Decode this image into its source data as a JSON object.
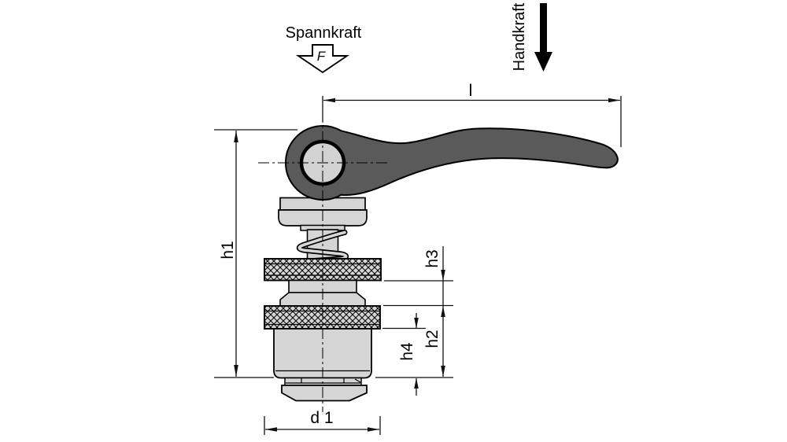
{
  "diagram": {
    "type": "technical-drawing",
    "subject": "cam lever clamp side view with dimensions",
    "background": "#ffffff",
    "colors": {
      "lever": "#5a5a5a",
      "part_light": "#d5d5d5",
      "pin_fill": "#d2d2d2",
      "outline": "#000000",
      "dimension_line": "#111111"
    },
    "forces": {
      "clamping": {
        "label": "Spannkraft",
        "symbol": "F",
        "arrow_icon": "outline-down-arrow"
      },
      "hand": {
        "label": "Handkraft",
        "arrow_icon": "filled-down-arrow"
      }
    },
    "dimension_labels": {
      "length": "l",
      "h1": "h1",
      "h2": "h2",
      "h3": "h3",
      "h4": "h4",
      "d1": "d 1"
    }
  }
}
